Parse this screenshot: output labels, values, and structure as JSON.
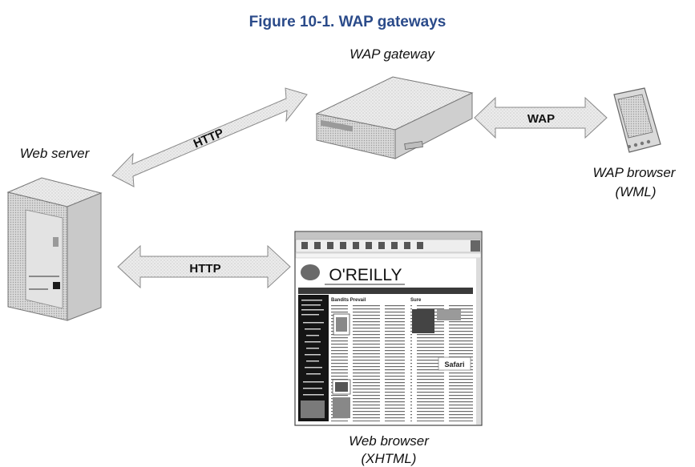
{
  "title": "Figure 10-1. WAP gateways",
  "nodes": {
    "wap_gateway": "WAP gateway",
    "web_server": "Web server",
    "wap_browser_line1": "WAP browser",
    "wap_browser_line2": "(WML)",
    "web_browser_line1": "Web browser",
    "web_browser_line2": "(XHTML)"
  },
  "edges": {
    "server_gateway": "HTTP",
    "gateway_device": "WAP",
    "server_browser": "HTTP"
  },
  "screenshot": {
    "brand": "O'REILLY",
    "headline_left": "Bandits Prevail",
    "headline_right": "Sure",
    "promo": "Safari"
  },
  "colors": {
    "title": "#2b4b8a",
    "arrow_fill": "#e4e4e4",
    "arrow_stroke": "#8a8a8a"
  }
}
